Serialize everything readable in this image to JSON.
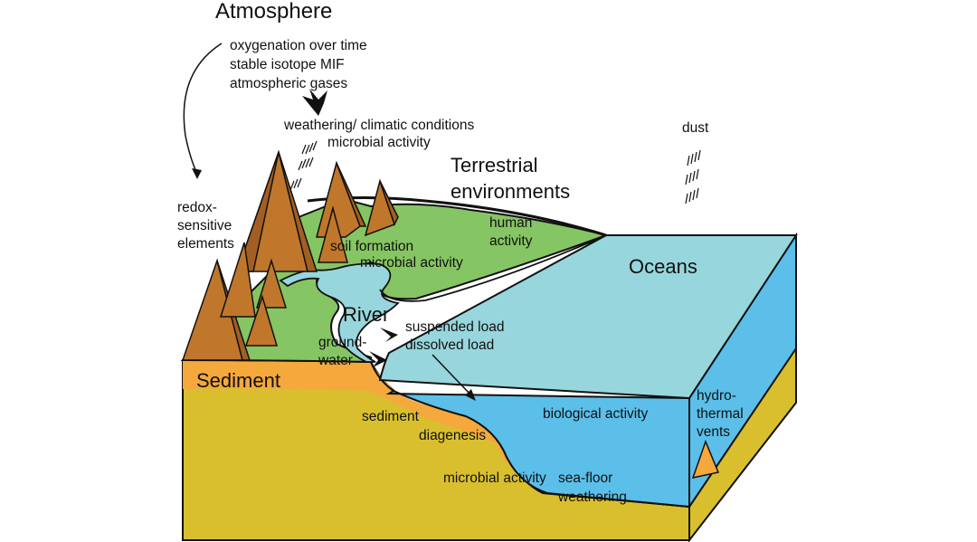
{
  "labels": {
    "atmosphere": "Atmosphere",
    "atm_1": "oxygenation over time",
    "atm_2": "stable isotope MIF",
    "atm_3": "atmospheric gases",
    "weathering": "weathering/ climatic conditions",
    "microbial_top": "microbial activity",
    "dust": "dust",
    "terrestrial_1": "Terrestrial",
    "terrestrial_2": "environments",
    "redox_1": "redox-",
    "redox_2": "sensitive",
    "redox_3": "elements",
    "human_1": "human",
    "human_2": "activity",
    "soil_formation": "soil formation",
    "soil_microbial": "microbial activity",
    "oceans": "Oceans",
    "river": "River",
    "suspended": "suspended load",
    "dissolved": "dissolved load",
    "ground_1": "ground-",
    "ground_2": "water",
    "sediment_title": "Sediment",
    "sediment_small": "sediment",
    "diagenesis": "diagenesis",
    "biological": "biological activity",
    "microbial_bottom": "microbial activity",
    "seafloor_1": "sea-floor",
    "seafloor_2": "weathering",
    "hydro_1": "hydro-",
    "hydro_2": "thermal",
    "hydro_3": "vents"
  },
  "colors": {
    "land": "#86c563",
    "ocean_top": "#97d6dc",
    "ocean_side": "#5bbfe9",
    "sediment_layer": "#f5a83c",
    "bedrock": "#d9bf2e",
    "mountain": "#c0772c",
    "mountain_shadow": "#a35f22",
    "vent": "#f5a83c",
    "outline": "#111111"
  }
}
